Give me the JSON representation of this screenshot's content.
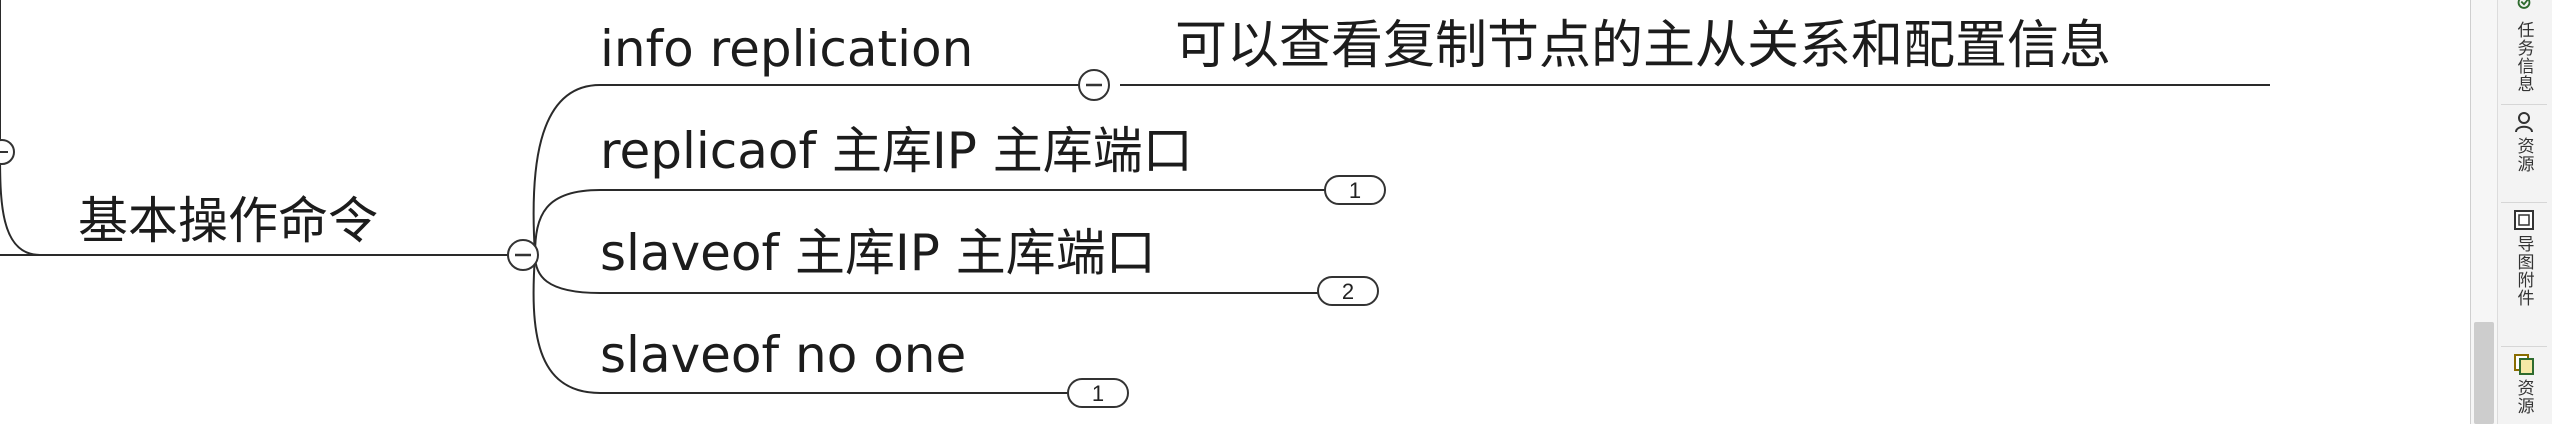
{
  "mindmap": {
    "parent_node": {
      "label": "基本操作命令"
    },
    "children": [
      {
        "label": "info replication",
        "note": "可以查看复制节点的主从关系和配置信息"
      },
      {
        "label": "replicaof 主库IP 主库端口",
        "badge": "1"
      },
      {
        "label": "slaveof 主库IP 主库端口",
        "badge": "2"
      },
      {
        "label": "slaveof no one",
        "badge": "1"
      }
    ]
  },
  "side_panel": {
    "tabs": [
      {
        "label": "任务信息",
        "icon": "task-info-icon"
      },
      {
        "label": "资源",
        "icon": "resource-icon"
      },
      {
        "label": "导图附件",
        "icon": "attachment-icon"
      },
      {
        "label": "资源",
        "icon": "resource-copy-icon"
      }
    ]
  }
}
